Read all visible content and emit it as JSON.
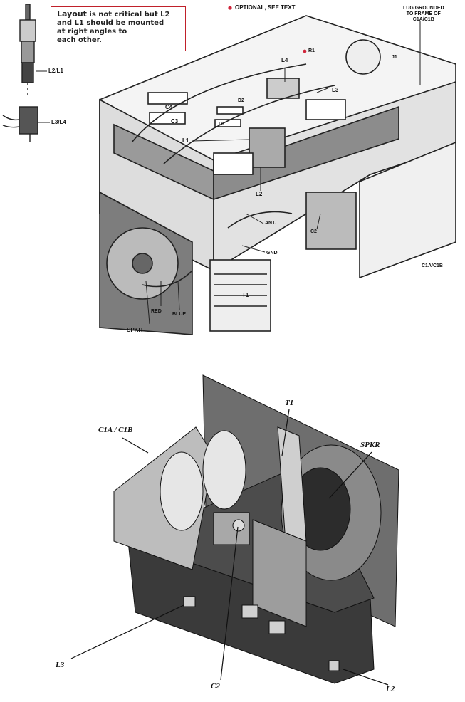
{
  "note": {
    "lead": "Layout",
    "lines": [
      "is not critical but L2",
      "and L1 should be mounted",
      "at right angles to",
      "each other."
    ]
  },
  "legend_optional": "OPTIONAL, SEE TEXT",
  "colors": {
    "optional_dot": "#d0243a",
    "note_border": "#c0202a"
  },
  "top_drawing": {
    "labels": {
      "l2l1": "L2/L1",
      "l3l4": "L3/L4",
      "lug": [
        "LUG GROUNDED",
        "TO FRAME OF",
        "C1A/C1B"
      ],
      "l4": "L4",
      "r1": "R1",
      "j1": "J1",
      "l3": "L3",
      "c4": "C4",
      "c3": "C3",
      "d2": "D2",
      "d1": "D1",
      "l1": "L1",
      "l2": "L2",
      "ant": "ANT.",
      "gnd": "GND.",
      "c2": "C2",
      "c1": "C1A/C1B",
      "t1": "T1",
      "red": "RED",
      "blue": "BLUE",
      "spkr": "SPKR"
    }
  },
  "photo": {
    "labels": {
      "c1": "C1A / C1B",
      "t1": "T1",
      "spkr": "SPKR",
      "l3": "L3",
      "c2": "C2",
      "l2": "L2"
    }
  }
}
